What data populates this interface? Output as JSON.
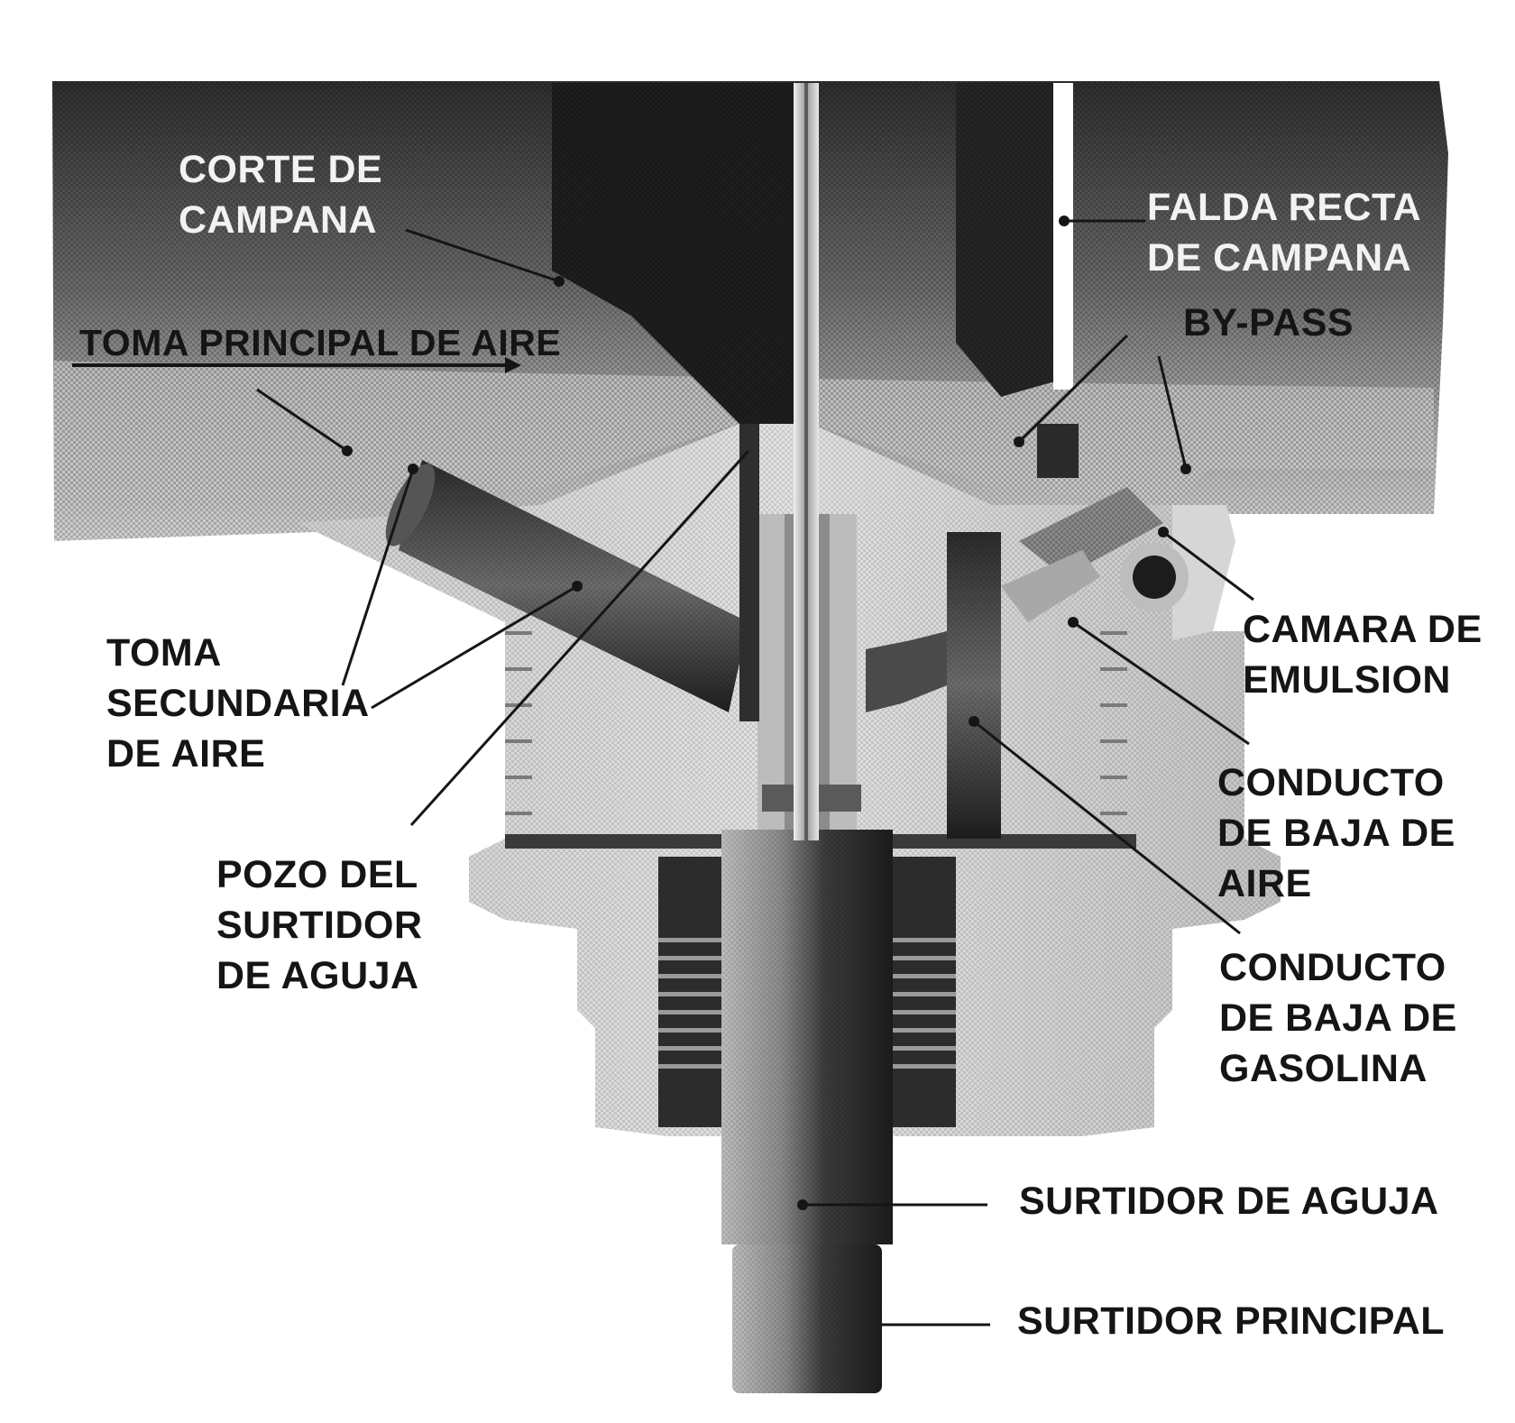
{
  "labels": {
    "corte_de_campana": "CORTE DE\nCAMPANA",
    "falda_recta_de_campana": "FALDA RECTA\nDE CAMPANA",
    "by_pass": "BY-PASS",
    "toma_principal_de_aire": "TOMA PRINCIPAL DE AIRE",
    "toma_secundaria_de_aire": "TOMA\nSECUNDARIA\nDE AIRE",
    "camara_de_emulsion": "CAMARA DE\nEMULSION",
    "conducto_de_baja_de_aire": "CONDUCTO\nDE BAJA DE\nAIRE",
    "pozo_del_surtidor_de_aguja": "POZO DEL\nSURTIDOR\nDE AGUJA",
    "conducto_de_baja_de_gasolina": "CONDUCTO\nDE BAJA DE\nGASOLINA",
    "surtidor_de_aguja": "SURTIDOR DE AGUJA",
    "surtidor_principal": "SURTIDOR PRINCIPAL"
  },
  "colors": {
    "background": "#ffffff",
    "body_dark": "#3a3a3a",
    "body_mid": "#8a8a8a",
    "body_light": "#d8d8d8",
    "text_dark": "#151515",
    "text_light": "#f2f2f2"
  }
}
